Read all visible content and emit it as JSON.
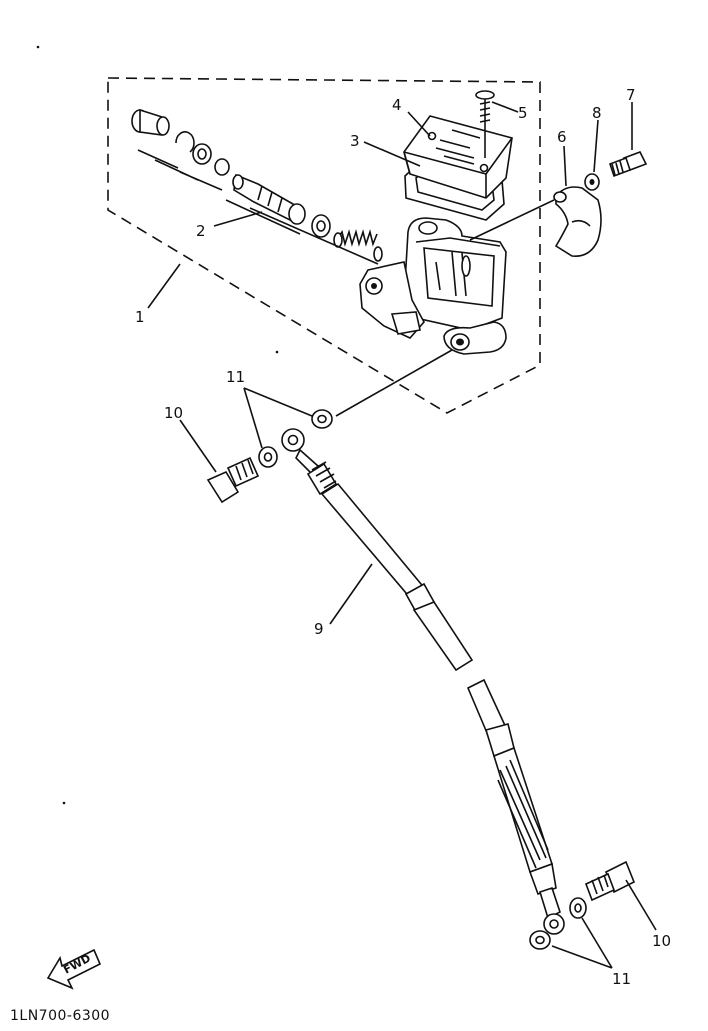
{
  "callouts": {
    "c1": "1",
    "c2": "2",
    "c3": "3",
    "c4": "4",
    "c5": "5",
    "c6": "6",
    "c7": "7",
    "c8": "8",
    "c9": "9",
    "c10_top": "10",
    "c10_bottom": "10",
    "c11_top": "11",
    "c11_bottom": "11"
  },
  "fwd_label": "FWD",
  "diagram_code": "1LN700-6300"
}
